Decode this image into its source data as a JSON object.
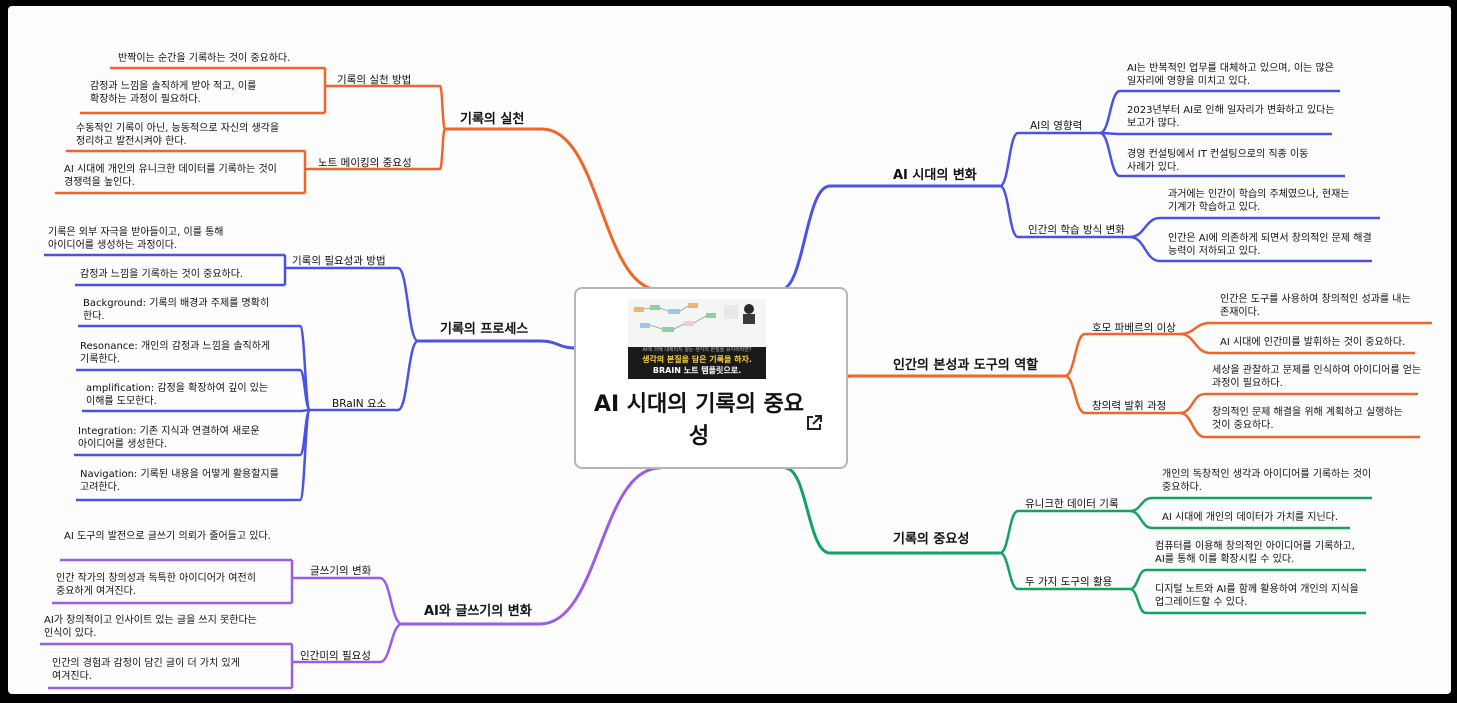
{
  "center": {
    "title": "AI 시대의 기록의 중요성",
    "thumbnail_sub": "AI에 의해 대체되지 않는 생각의 본질을 유지하려면?",
    "thumbnail_line1": "생각의 본질을 담은 기록을 하자.",
    "thumbnail_line2": "BRAIN 노트 템플릿으로.",
    "link_icon": "external-link-icon"
  },
  "colors": {
    "orange": "#f0652a",
    "blue": "#4b52e6",
    "purple": "#9b5de5",
    "green": "#13a35e"
  },
  "branches": {
    "practice": {
      "label": "기록의 실천",
      "sub1": {
        "label": "기록의 실천 방법",
        "leaves": [
          "반짝이는 순간을 기록하는 것이 중요하다.",
          "감정과 느낌을 솔직하게 받아 적고, 이를 확장하는 과정이 필요하다."
        ]
      },
      "sub2": {
        "label": "노트 메이킹의 중요성",
        "leaves": [
          "수동적인 기록이 아닌, 능동적으로 자신의 생각을 정리하고 발전시켜야 한다.",
          "AI 시대에 개인의 유니크한 데이터를 기록하는 것이 경쟁력을 높인다."
        ]
      }
    },
    "process": {
      "label": "기록의 프로세스",
      "sub1": {
        "label": "기록의 필요성과 방법",
        "leaves": [
          "기록은 외부 자극을 받아들이고, 이를 통해 아이디어를 생성하는 과정이다.",
          "감정과 느낌을 기록하는 것이 중요하다."
        ]
      },
      "sub2": {
        "label": "BRaIN 요소",
        "leaves": [
          "Background: 기록의 배경과 주제를 명확히 한다.",
          "Resonance: 개인의 감정과 느낌을 솔직하게 기록한다.",
          "amplification: 감정을 확장하여 깊이 있는 이해를 도모한다.",
          "Integration: 기존 지식과 연결하여 새로운 아이디어를 생성한다.",
          "Navigation: 기록된 내용을 어떻게 활용할지를 고려한다."
        ]
      }
    },
    "writing": {
      "label": "AI와 글쓰기의 변화",
      "sub1": {
        "label": "글쓰기의 변화",
        "leaves": [
          "AI 도구의 발전으로 글쓰기 의뢰가 줄어들고 있다.",
          "인간 작가의 창의성과 독특한 아이디어가 여전히 중요하게 여겨진다."
        ]
      },
      "sub2": {
        "label": "인간미의 필요성",
        "leaves": [
          "AI가 창의적이고 인사이트 있는 글을 쓰지 못한다는 인식이 있다.",
          "인간의 경험과 감정이 담긴 글이 더 가치 있게 여겨진다."
        ]
      }
    },
    "era": {
      "label": "AI 시대의 변화",
      "sub1": {
        "label": "AI의 영향력",
        "leaves": [
          "AI는 반복적인 업무를 대체하고 있으며, 이는 많은 일자리에 영향을 미치고 있다.",
          "2023년부터 AI로 인해 일자리가 변화하고 있다는 보고가 많다.",
          "경영 컨설팅에서 IT 컨설팅으로의 직종 이동 사례가 있다."
        ]
      },
      "sub2": {
        "label": "인간의 학습 방식 변화",
        "leaves": [
          "과거에는 인간이 학습의 주체였으나, 현재는 기계가 학습하고 있다.",
          "인간은 AI에 의존하게 되면서 창의적인 문제 해결 능력이 저하되고 있다."
        ]
      }
    },
    "nature": {
      "label": "인간의 본성과 도구의 역할",
      "sub1": {
        "label": "호모 파베르의 이상",
        "leaves": [
          "인간은 도구를 사용하여 창의적인 성과를 내는 존재이다.",
          "AI 시대에 인간미를 발휘하는 것이 중요하다."
        ]
      },
      "sub2": {
        "label": "창의력 발휘 과정",
        "leaves": [
          "세상을 관찰하고 문제를 인식하여 아이디어를 얻는 과정이 필요하다.",
          "창의적인 문제 해결을 위해 계획하고 실행하는 것이 중요하다."
        ]
      }
    },
    "importance": {
      "label": "기록의 중요성",
      "sub1": {
        "label": "유니크한 데이터 기록",
        "leaves": [
          "개인의 독창적인 생각과 아이디어를 기록하는 것이 중요하다.",
          "AI 시대에 개인의 데이터가 가치를 지닌다."
        ]
      },
      "sub2": {
        "label": "두 가지 도구의 활용",
        "leaves": [
          "컴퓨터를 이용해 창의적인 아이디어를 기록하고, AI를 통해 이를 확장시킬 수 있다.",
          "디지털 노트와 AI를 함께 활용하여 개인의 지식을 업그레이드할 수 있다."
        ]
      }
    }
  }
}
